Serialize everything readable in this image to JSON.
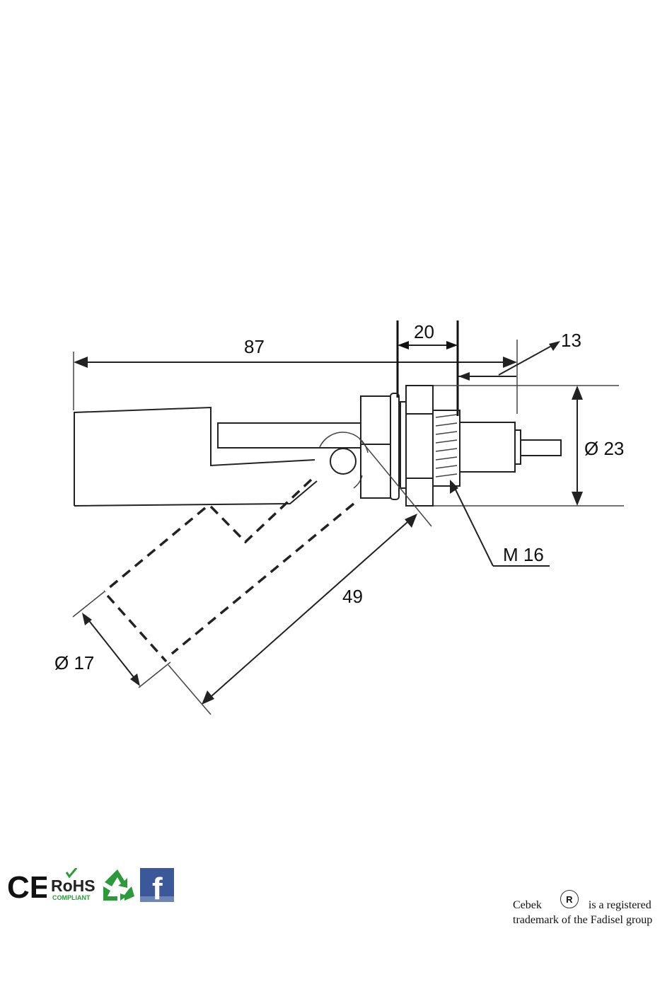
{
  "dimensions": {
    "length": "87",
    "nut_width": "20",
    "thread_length": "13",
    "outer_diameter": "Ø 23",
    "thread": "M 16",
    "swing_length": "49",
    "float_diameter": "Ø 17"
  },
  "logos": {
    "ce": "CE",
    "rohs": "RoHS",
    "rohs_sub": "COMPLIANT",
    "facebook": "f"
  },
  "footer": {
    "brand": "Cebek",
    "registered_symbol": "R",
    "line1_rest": "is a registered",
    "line2": "trademark of the Fadisel group"
  },
  "colors": {
    "drawing": "#222222",
    "rohs_green": "#2e9b3b",
    "recycle_green": "#2a9a3a",
    "facebook_blue": "#3b5998"
  }
}
